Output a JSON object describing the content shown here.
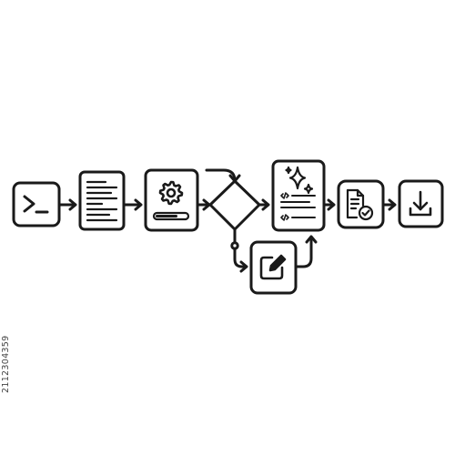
{
  "image_id": "2112304359",
  "colors": {
    "stroke": "#1a1a1a",
    "fill": "#ffffff",
    "background": "#ffffff"
  },
  "nodes": [
    {
      "name": "terminal-node",
      "icon": "terminal-prompt-icon"
    },
    {
      "name": "document-node",
      "icon": "text-document-icon"
    },
    {
      "name": "settings-progress-node",
      "icon": "gear-progress-bar-icon"
    },
    {
      "name": "decision-node",
      "icon": "diamond-decision-shape"
    },
    {
      "name": "edit-node",
      "icon": "pencil-edit-icon"
    },
    {
      "name": "ai-code-document-node",
      "icon": "sparkle-code-document-icon"
    },
    {
      "name": "verified-document-node",
      "icon": "document-checkmark-icon"
    },
    {
      "name": "download-node",
      "icon": "download-tray-icon"
    }
  ],
  "connections": [
    {
      "from": "terminal-node",
      "to": "document-node"
    },
    {
      "from": "document-node",
      "to": "settings-progress-node"
    },
    {
      "from": "settings-progress-node",
      "to": "decision-node"
    },
    {
      "from": "decision-node",
      "to": "ai-code-document-node"
    },
    {
      "from": "decision-node",
      "to": "edit-node"
    },
    {
      "from": "edit-node",
      "to": "ai-code-document-node"
    },
    {
      "from": "ai-code-document-node",
      "to": "verified-document-node"
    },
    {
      "from": "verified-document-node",
      "to": "download-node"
    }
  ]
}
